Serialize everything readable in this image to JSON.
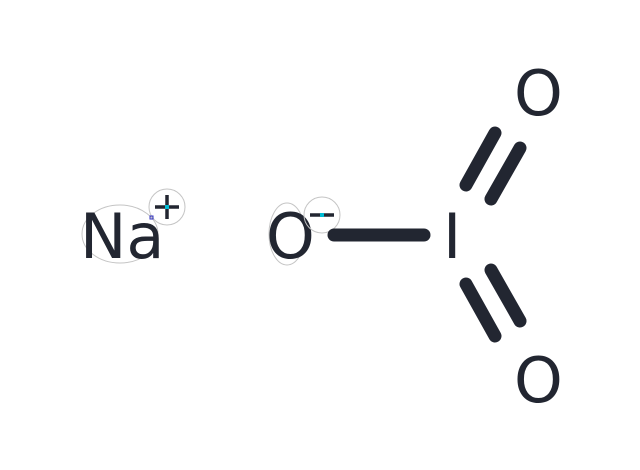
{
  "molecule": {
    "atoms": [
      {
        "id": "na",
        "label": "Na",
        "charge": "+"
      },
      {
        "id": "o1",
        "label": "O",
        "charge": "−"
      },
      {
        "id": "i",
        "label": "I"
      },
      {
        "id": "o2",
        "label": "O"
      },
      {
        "id": "o3",
        "label": "O"
      }
    ],
    "bonds": [
      {
        "from": "o1",
        "to": "i",
        "order": 1
      },
      {
        "from": "i",
        "to": "o2",
        "order": 2
      },
      {
        "from": "i",
        "to": "o3",
        "order": 2
      }
    ],
    "colors": {
      "atom": "#222631",
      "selection": "#c4c4c4",
      "anchor": "#00bcd4"
    }
  }
}
